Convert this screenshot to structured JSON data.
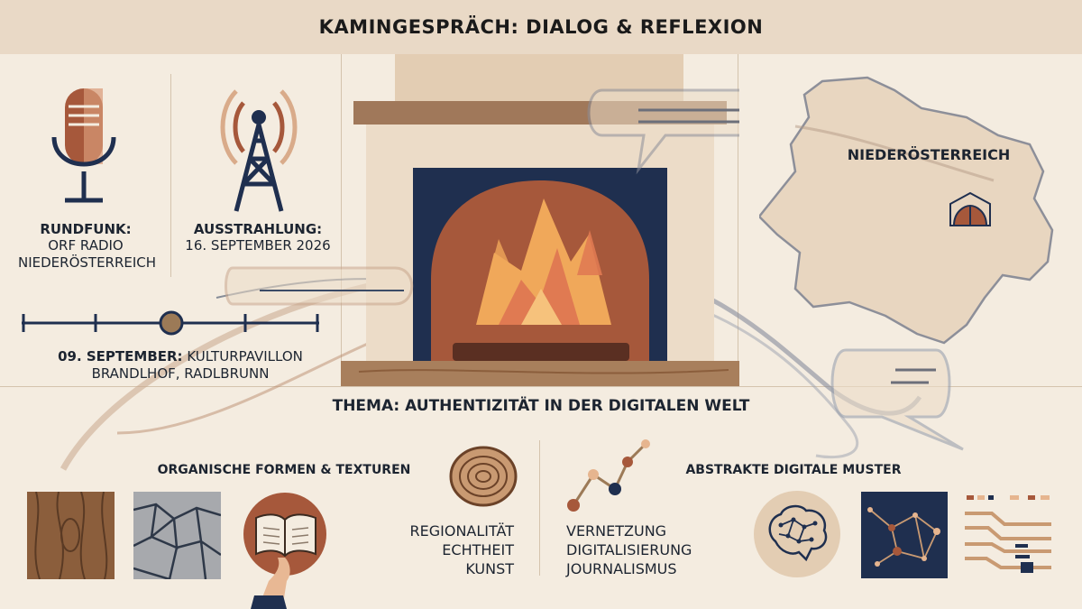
{
  "header": {
    "title": "KAMINGESPRÄCH: DIALOG & REFLEXION"
  },
  "broadcast": {
    "label": "RUNDFUNK:",
    "station_lines": [
      "ORF RADIO",
      "NIEDERÖSTERREICH"
    ],
    "icon": "microphone-icon"
  },
  "airing": {
    "label": "AUSSTRAHLUNG:",
    "date": "16. SEPTEMBER 2026",
    "icon": "radio-tower-icon"
  },
  "event": {
    "date": "09. SEPTEMBER:",
    "place": "KULTURPAVILLON",
    "place_line2": "BRANDLHOF, RADLBRUNN"
  },
  "map": {
    "region": "NIEDERÖSTERREICH",
    "icon": "pavilion-icon"
  },
  "topic": {
    "text": "THEMA: AUTHENTIZITÄT IN DER DIGITALEN WELT"
  },
  "organic": {
    "heading": "ORGANISCHE FORMEN & TEXTUREN",
    "values": [
      "REGIONALITÄT",
      "ECHTHEIT",
      "KUNST"
    ],
    "icons": [
      "wood-texture-icon",
      "stone-texture-icon",
      "book-icon",
      "tree-ring-icon"
    ]
  },
  "digital": {
    "heading": "ABSTRAKTE DIGITALE MUSTER",
    "values": [
      "VERNETZUNG",
      "DIGITALISIERUNG",
      "JOURNALISMUS"
    ],
    "icons": [
      "network-graph-icon",
      "brain-network-icon",
      "node-network-icon",
      "circuit-icon"
    ]
  },
  "colors": {
    "background": "#f4ece0",
    "header": "#e9d9c6",
    "navy": "#1f2f4f",
    "brick": "#a6583b",
    "wood": "#8b5e3c",
    "flame": "#f0a85a"
  }
}
